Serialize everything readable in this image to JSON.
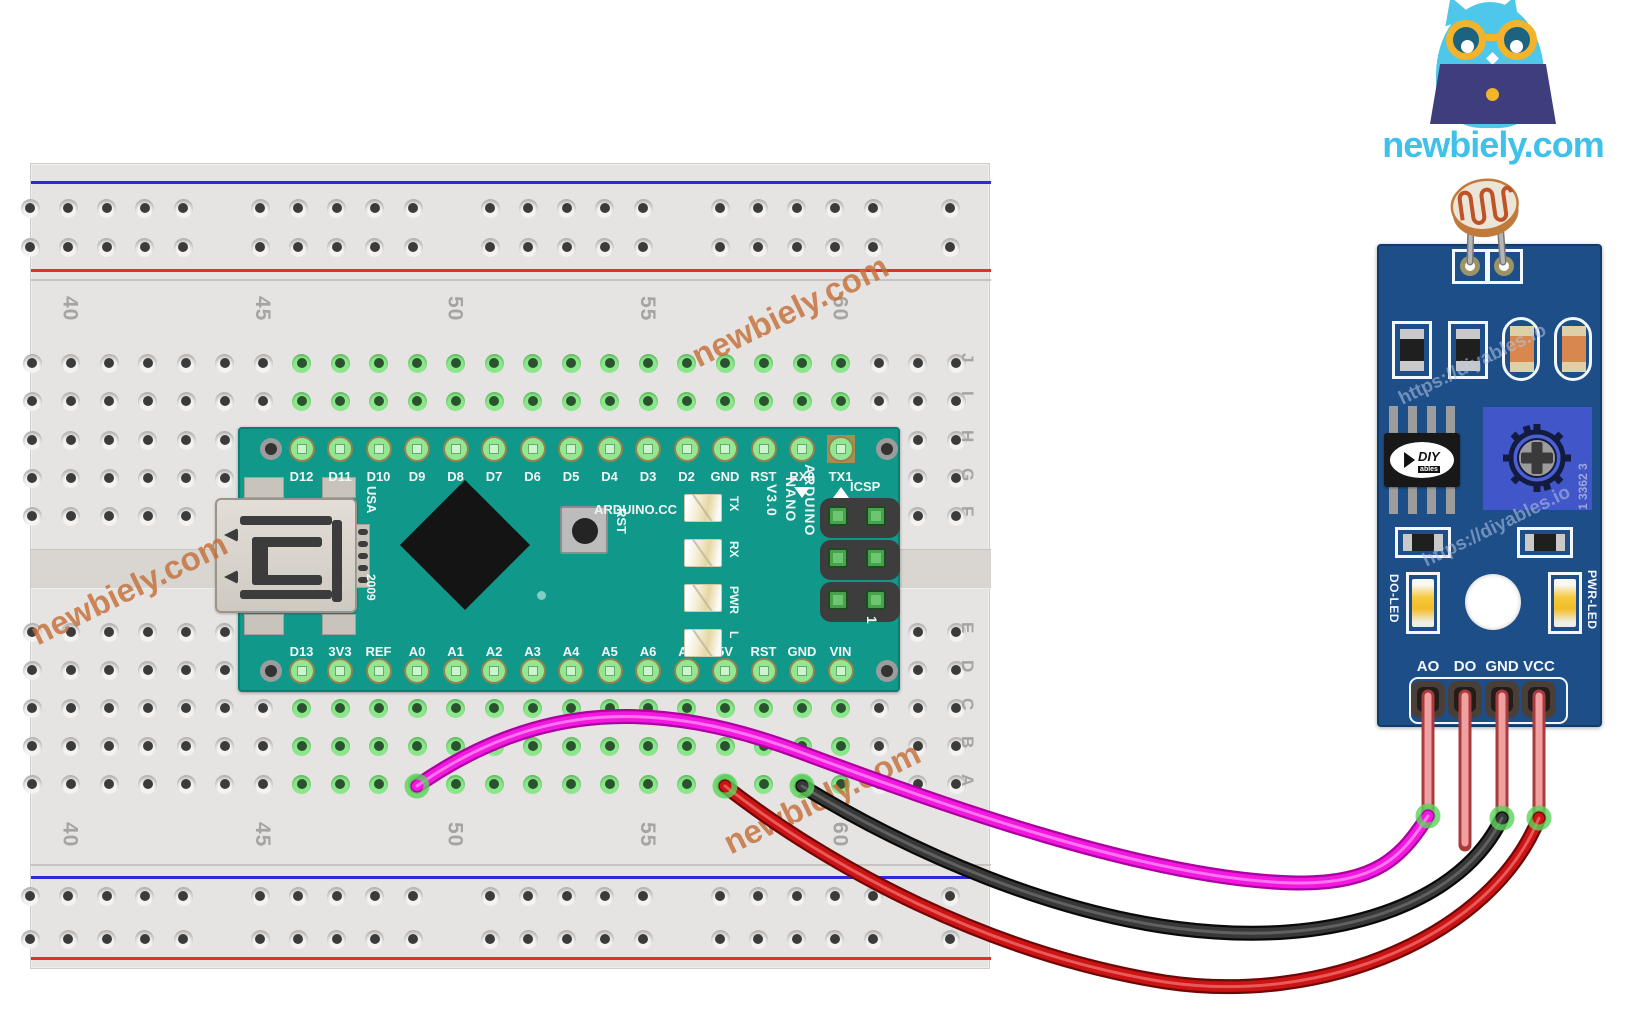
{
  "site_logo": {
    "text": "newbiely.com"
  },
  "watermarks": {
    "site_text": "newbiely.com",
    "module_text": "https://diyables.io"
  },
  "breadboard": {
    "column_numbers": [
      "40",
      "45",
      "50",
      "55",
      "60"
    ],
    "row_letters_top": [
      "J",
      "I",
      "H",
      "G",
      "F"
    ],
    "row_letters_bottom": [
      "E",
      "D",
      "C",
      "B",
      "A"
    ]
  },
  "arduino_nano": {
    "top_pin_labels": [
      "D12",
      "D11",
      "D10",
      "D9",
      "D8",
      "D7",
      "D6",
      "D5",
      "D4",
      "D3",
      "D2",
      "GND",
      "RST",
      "RX0",
      "TX1"
    ],
    "bottom_pin_labels": [
      "D13",
      "3V3",
      "REF",
      "A0",
      "A1",
      "A2",
      "A3",
      "A4",
      "A5",
      "A6",
      "A7",
      "5V",
      "RST",
      "GND",
      "VIN"
    ],
    "led_labels": [
      "TX",
      "RX",
      "PWR",
      "L"
    ],
    "silkscreen": {
      "brand": "ARDUINO.CC",
      "usb_text": "USA",
      "year": "2009",
      "icsp": "ICSP",
      "icsp_pin1": "1",
      "reset": "RST",
      "model": "ARDUINO\nNANO\nV3.0"
    }
  },
  "light_sensor_module": {
    "pin_labels": [
      "AO",
      "DO",
      "GND",
      "VCC"
    ],
    "do_led_label": "DO-LED",
    "pwr_led_label": "PWR-LED",
    "pot_code": "1 3362 3",
    "chip_logo_main": "DIY",
    "chip_logo_sub": "ables"
  },
  "wires": [
    {
      "id": "analog",
      "color_name": "magenta",
      "from": "breadboard row A under Nano A0",
      "to": "module AO pin"
    },
    {
      "id": "ground",
      "color_name": "black",
      "from": "breadboard row A under Nano GND",
      "to": "module GND pin"
    },
    {
      "id": "power",
      "color_name": "red",
      "from": "breadboard row A under Nano 5V",
      "to": "module VCC pin"
    }
  ],
  "colors": {
    "nano_board": "#10988b",
    "module_board": "#1d4e87",
    "pot_blue": "#4156c8",
    "breadboard": "#e6e4e2",
    "wire_magenta": "#f318e0",
    "wire_black": "#383838",
    "wire_red": "#cd1414",
    "watermark_orange": "#c4703a",
    "logo_blue": "#3fc2ea",
    "hole_green": "#8ae88a"
  }
}
